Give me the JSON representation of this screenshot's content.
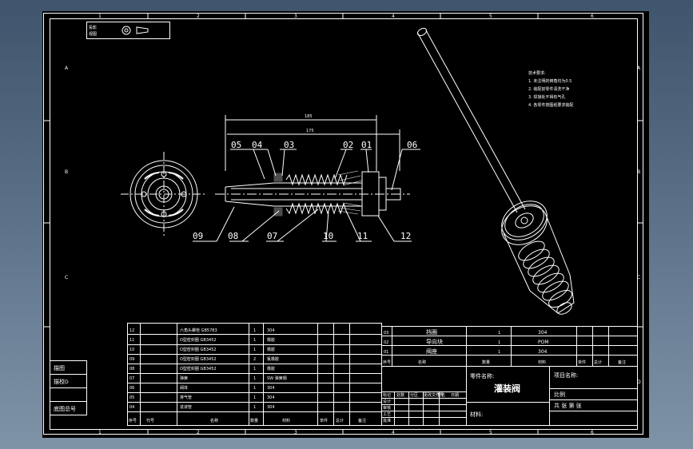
{
  "border": {
    "top_zones": [
      "1",
      "2",
      "3",
      "4",
      "5",
      "6"
    ],
    "bottom_zones": [
      "1",
      "2",
      "3",
      "4",
      "5",
      "6"
    ],
    "left_zones": [
      "A",
      "B",
      "C",
      "D"
    ],
    "right_zones": [
      "A",
      "B",
      "C",
      "D"
    ]
  },
  "callouts": [
    "05",
    "04",
    "03",
    "02",
    "01",
    "06",
    "09",
    "08",
    "07",
    "10",
    "11",
    "12"
  ],
  "tech_notes": [
    "技术要求:",
    "1. 未注明的倒角均为0.5",
    "2. 装配前零件清洗干净",
    "3. 焊接处不得有气孔",
    "4. 各零件按图纸要求装配"
  ],
  "parts_rows": [
    {
      "no": "12",
      "name": "六角头螺栓 GB5783",
      "qty": "1",
      "mat": "304"
    },
    {
      "no": "11",
      "name": "O型密封圈 GB3452",
      "qty": "1",
      "mat": "橡胶"
    },
    {
      "no": "10",
      "name": "O型密封圈 GB3452",
      "qty": "1",
      "mat": "橡胶"
    },
    {
      "no": "09",
      "name": "O型密封圈 GB3452",
      "qty": "2",
      "mat": "氟橡胶"
    },
    {
      "no": "08",
      "name": "O型密封圈 GB3452",
      "qty": "1",
      "mat": "橡胶"
    },
    {
      "no": "07",
      "name": "弹簧",
      "qty": "1",
      "mat": "SW 弹簧钢"
    },
    {
      "no": "06",
      "name": "阀体",
      "qty": "1",
      "mat": "304"
    },
    {
      "no": "05",
      "name": "排气管",
      "qty": "1",
      "mat": "304"
    },
    {
      "no": "04",
      "name": "进液管",
      "qty": "1",
      "mat": "304"
    }
  ],
  "parts_header": {
    "no": "序号",
    "code": "代号",
    "name": "名称",
    "qty": "数量",
    "mat": "材料",
    "weight": "单件",
    "total": "总计",
    "note": "备注"
  },
  "upper_rows": [
    {
      "no": "03",
      "name": "挡圈",
      "qty": "1",
      "mat": "304"
    },
    {
      "no": "02",
      "name": "导向块",
      "qty": "1",
      "mat": "POM"
    },
    {
      "no": "01",
      "name": "阀座",
      "qty": "1",
      "mat": "304"
    }
  ],
  "title_block": {
    "part_label": "零件名称:",
    "drawing_title": "灌装阀",
    "material_label": "材料:",
    "project_label": "项目名称:",
    "ratio_label": "比例",
    "sheet_label": "共 张 第 张"
  },
  "revision_labels": [
    "标记",
    "处数",
    "分区",
    "更改文件号",
    "签名",
    "日期"
  ],
  "approval_labels": [
    "设计",
    "审核",
    "工艺",
    "批准"
  ],
  "left_stamp": [
    "描图",
    "描校",
    "底图总号"
  ],
  "topleft_box": [
    "投影",
    "视图"
  ]
}
